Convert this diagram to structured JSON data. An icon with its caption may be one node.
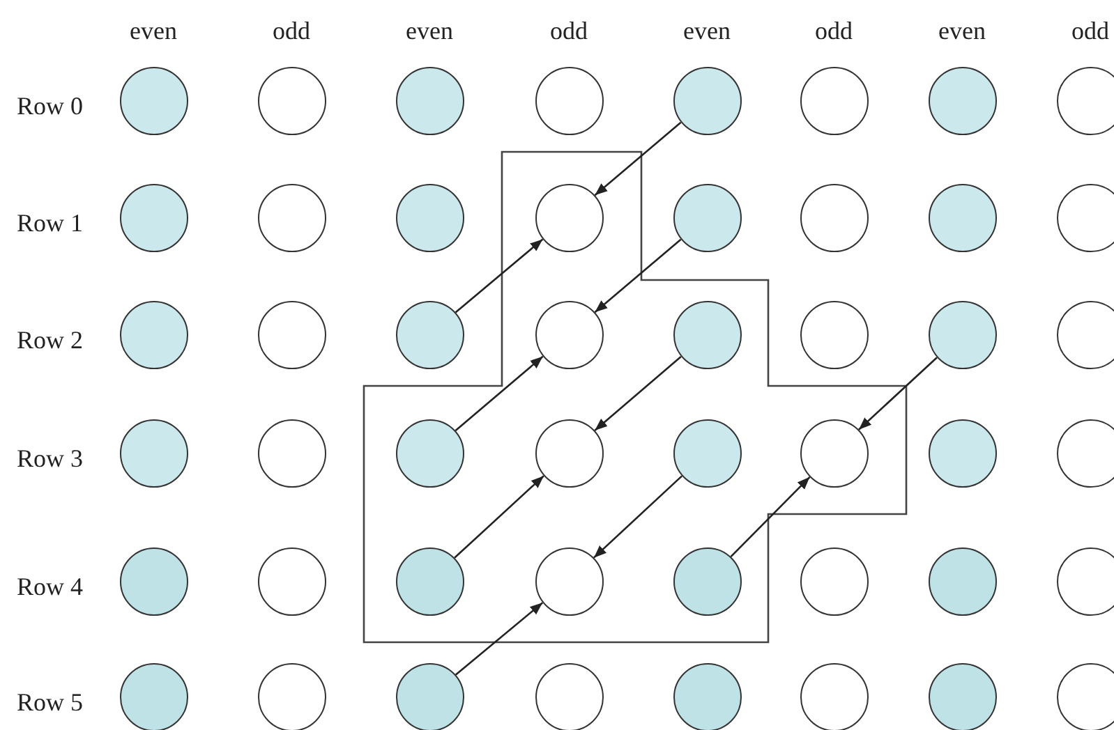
{
  "diagram": {
    "nodes": [
      {
        "text": [],
        "shape": "circle"
      },
      {
        "text": [],
        "shape": "circle"
      },
      {
        "text": [],
        "shape": "circle"
      },
      {
        "text": [],
        "shape": "circle"
      },
      {
        "text": [],
        "shape": "circle"
      },
      {
        "text": [],
        "shape": "circle"
      },
      {
        "text": [],
        "shape": "circle"
      },
      {
        "text": [],
        "shape": "circle"
      },
      {
        "text": [],
        "shape": "circle"
      },
      {
        "text": [],
        "shape": "circle"
      },
      {
        "text": [],
        "shape": "circle"
      },
      {
        "text": [],
        "shape": "circle"
      },
      {
        "text": [],
        "shape": "circle"
      },
      {
        "text": [],
        "shape": "circle"
      },
      {
        "text": [],
        "shape": "circle"
      },
      {
        "text": [],
        "shape": "circle"
      },
      {
        "text": [],
        "shape": "circle"
      },
      {
        "text": [],
        "shape": "circle"
      },
      {
        "text": [],
        "shape": "circle"
      },
      {
        "text": [],
        "shape": "circle"
      },
      {
        "text": [],
        "shape": "circle"
      },
      {
        "text": [],
        "shape": "circle"
      },
      {
        "text": [],
        "shape": "circle"
      },
      {
        "text": [],
        "shape": "circle"
      },
      {
        "text": [],
        "shape": "circle"
      },
      {
        "text": [],
        "shape": "circle"
      },
      {
        "text": [],
        "shape": "circle"
      },
      {
        "text": [],
        "shape": "circle"
      },
      {
        "text": [],
        "shape": "circle"
      },
      {
        "text": [],
        "shape": "circle"
      },
      {
        "text": [],
        "shape": "circle"
      },
      {
        "text": [],
        "shape": "circle"
      },
      {
        "text": [],
        "shape": "circle"
      },
      {
        "text": [],
        "shape": "circle"
      },
      {
        "text": [],
        "shape": "circle"
      },
      {
        "text": [],
        "shape": "circle"
      },
      {
        "text": [],
        "shape": "circle"
      },
      {
        "text": [],
        "shape": "circle"
      },
      {
        "text": [],
        "shape": "circle"
      },
      {
        "text": [],
        "shape": "circle"
      },
      {
        "text": [],
        "shape": "circle"
      },
      {
        "text": [],
        "shape": "circle"
      },
      {
        "text": [],
        "shape": "circle"
      },
      {
        "text": [],
        "shape": "circle"
      },
      {
        "text": [],
        "shape": "circle"
      },
      {
        "text": [],
        "shape": "circle"
      },
      {
        "text": [],
        "shape": "circle"
      },
      {
        "text": [],
        "shape": "circle"
      }
    ],
    "edges": [
      {
        "from": 4,
        "to": 11,
        "arrow": "to"
      },
      {
        "from": 18,
        "to": 11,
        "arrow": "to"
      },
      {
        "from": 12,
        "to": 19,
        "arrow": "to"
      },
      {
        "from": 26,
        "to": 19,
        "arrow": "to"
      },
      {
        "from": 20,
        "to": 27,
        "arrow": "to"
      },
      {
        "from": 34,
        "to": 27,
        "arrow": "to"
      },
      {
        "from": 22,
        "to": 29,
        "arrow": "to"
      },
      {
        "from": 36,
        "to": 29,
        "arrow": "to"
      },
      {
        "from": 28,
        "to": 35,
        "arrow": "to"
      },
      {
        "from": 42,
        "to": 35,
        "arrow": "to"
      }
    ],
    "labels": [
      "even",
      "odd",
      "even",
      "odd",
      "even",
      "odd",
      "even",
      "odd",
      "Row 0",
      "Row 1",
      "Row 2",
      "Row 3",
      "Row 4",
      "Row 5"
    ]
  }
}
